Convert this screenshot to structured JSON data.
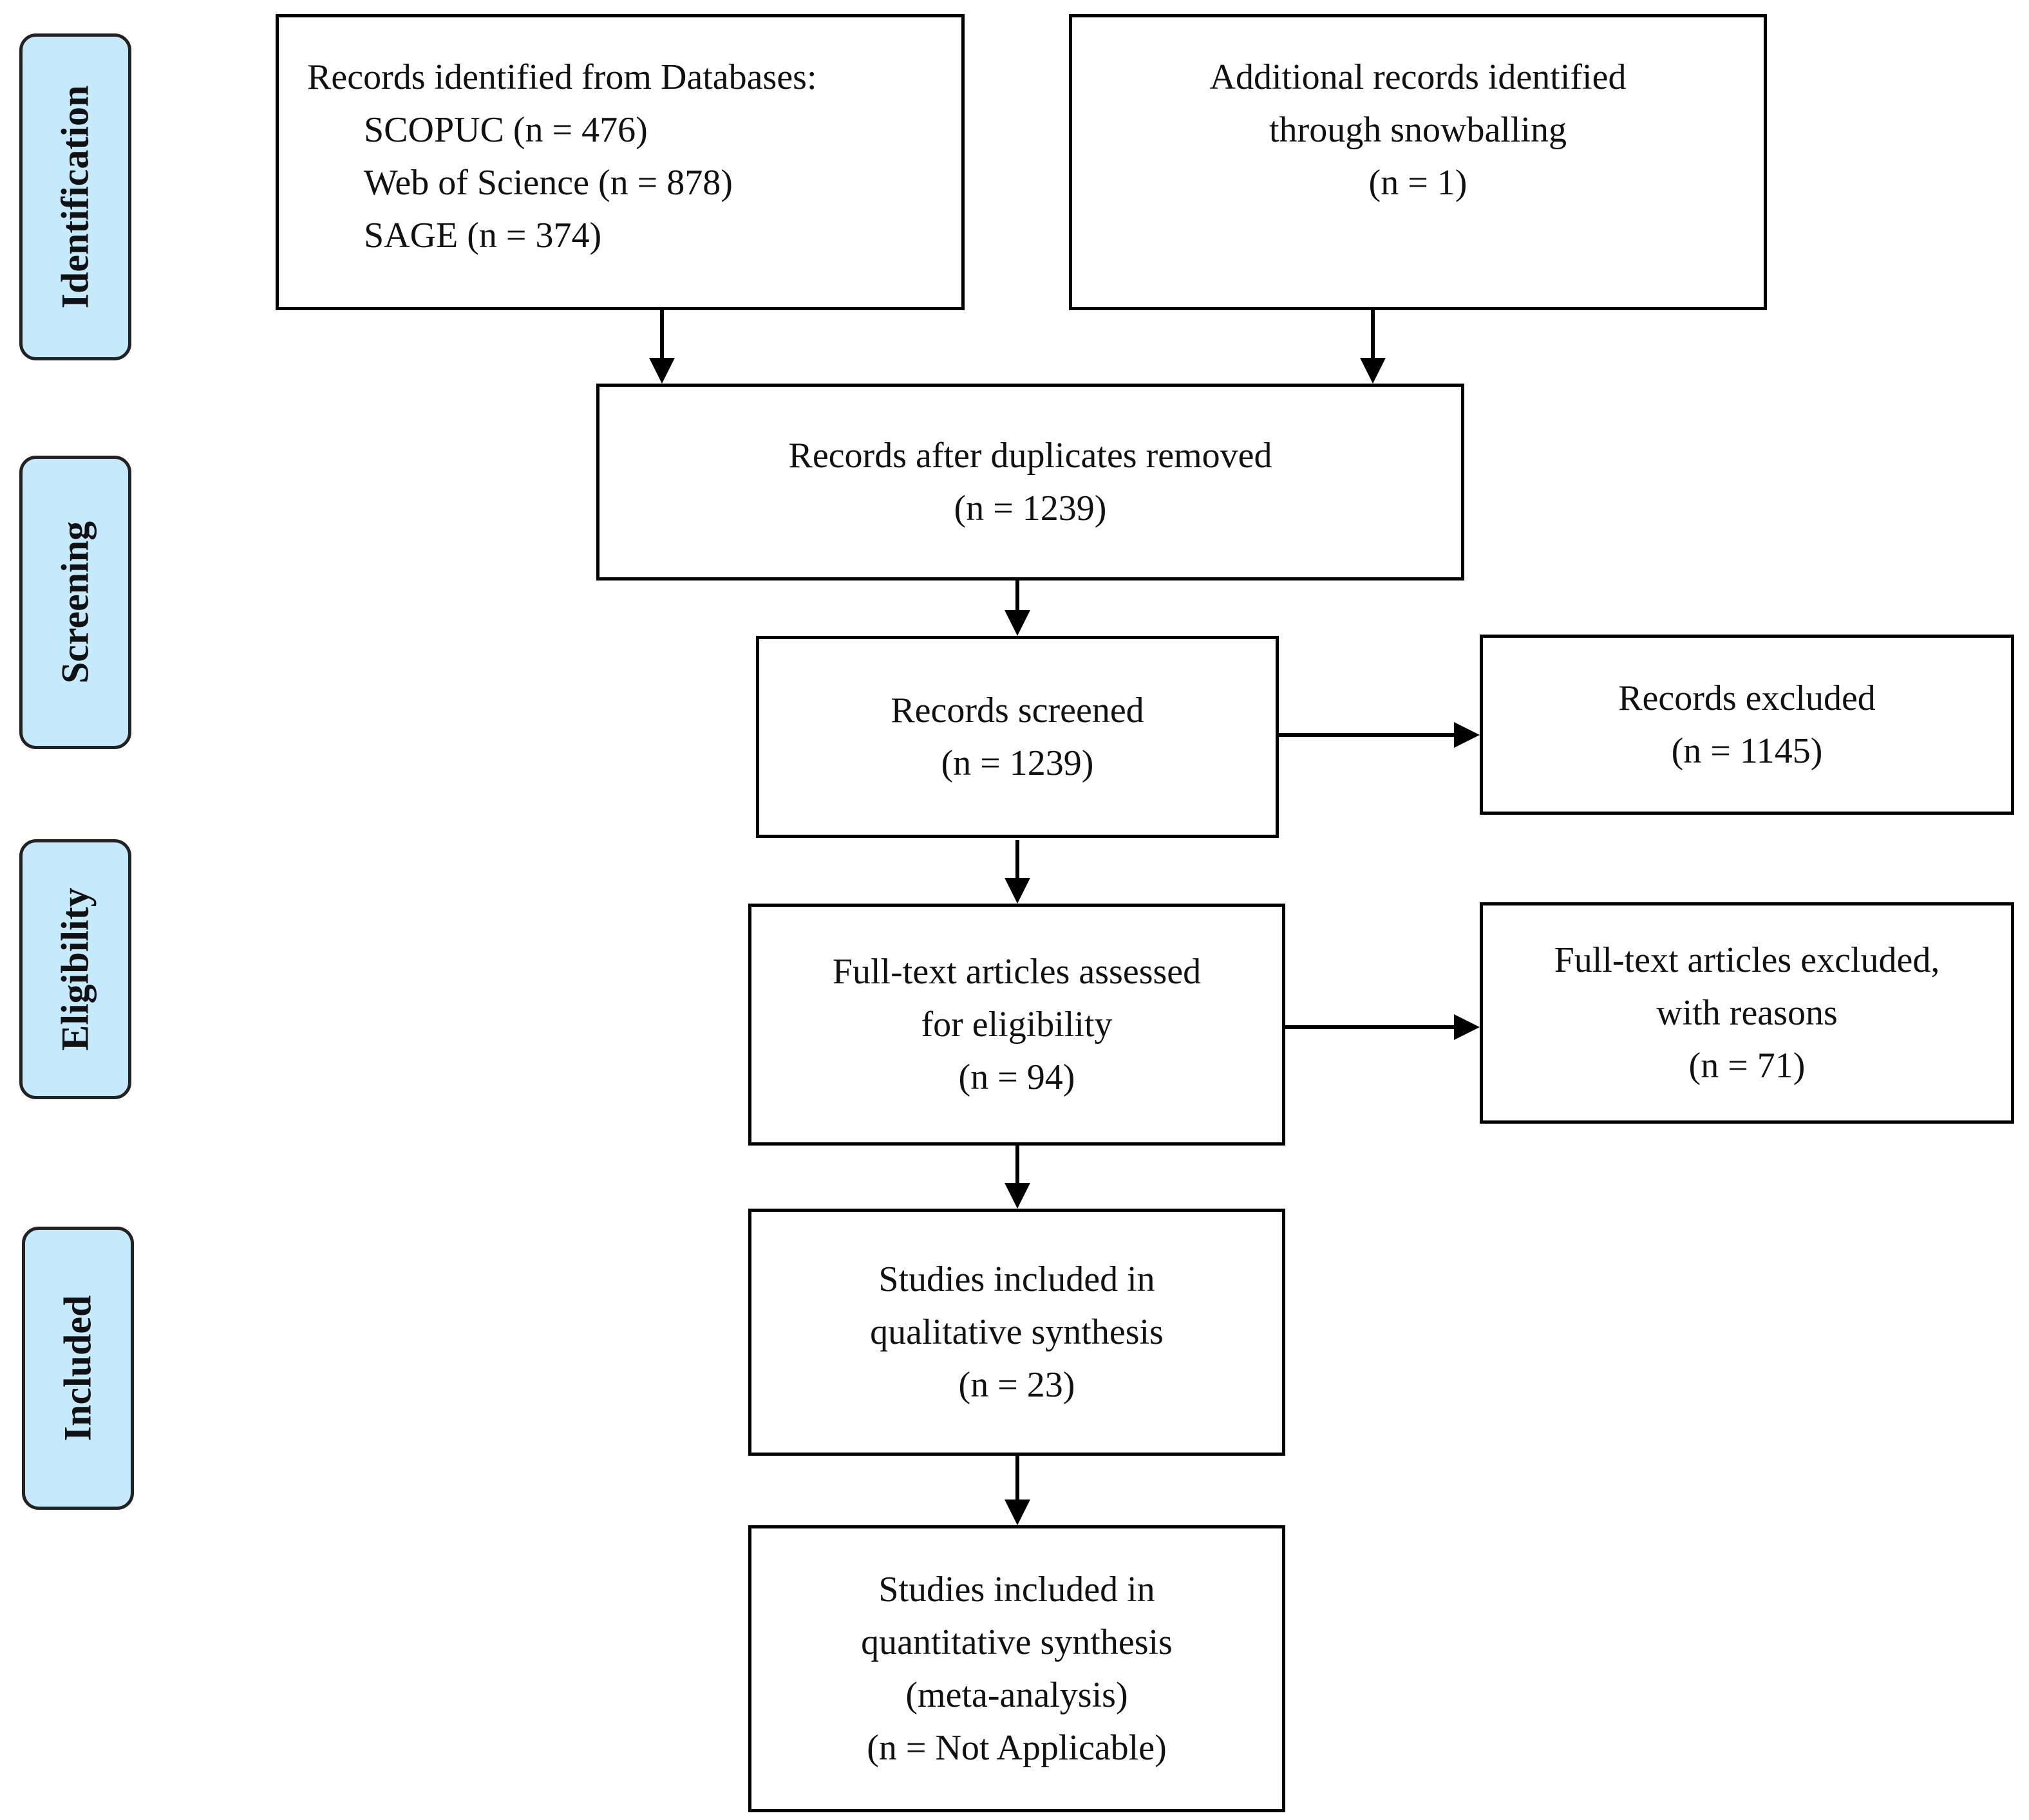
{
  "stages": {
    "identification": "Identification",
    "screening": "Screening",
    "eligibility": "Eligibility",
    "included": "Included"
  },
  "boxes": {
    "databases": {
      "title": "Records identified from Databases:",
      "line1": "SCOPUC (n = 476)",
      "line2": "Web of Science (n = 878)",
      "line3": "SAGE (n = 374)"
    },
    "snowballing": {
      "line1": "Additional records identified",
      "line2": "through snowballing",
      "line3": "(n = 1)"
    },
    "duplicates_removed": {
      "line1": "Records after duplicates removed",
      "line2": "(n = 1239)"
    },
    "screened": {
      "line1": "Records screened",
      "line2": "(n = 1239)"
    },
    "excluded": {
      "line1": "Records excluded",
      "line2": "(n = 1145)"
    },
    "fulltext_assessed": {
      "line1": "Full-text articles assessed",
      "line2": "for eligibility",
      "line3": "(n = 94)"
    },
    "fulltext_excluded": {
      "line1": "Full-text articles excluded,",
      "line2": "with reasons",
      "line3": "(n = 71)"
    },
    "qualitative": {
      "line1": "Studies included in",
      "line2": "qualitative synthesis",
      "line3": "(n = 23)"
    },
    "quantitative": {
      "line1": "Studies included in",
      "line2": "quantitative synthesis",
      "line3": "(meta-analysis)",
      "line4": "(n = Not Applicable)"
    }
  }
}
